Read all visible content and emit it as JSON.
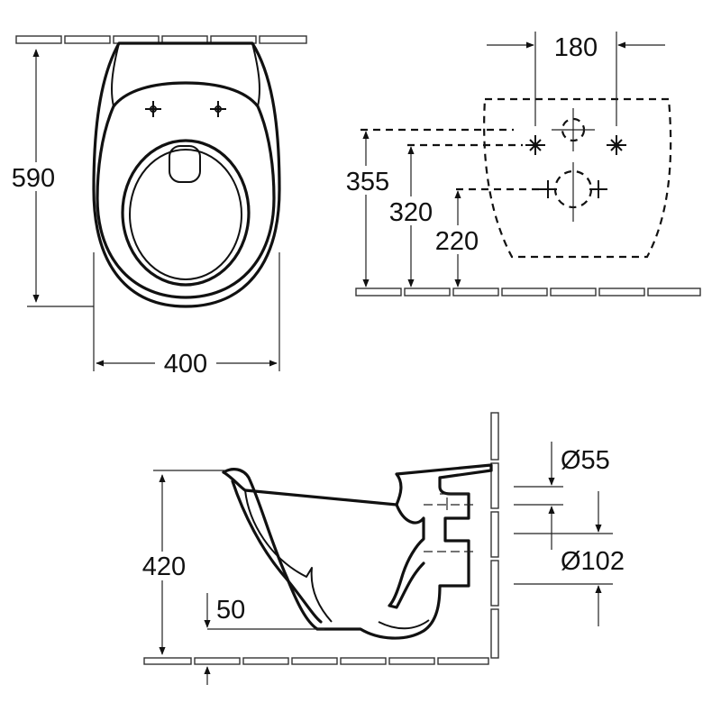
{
  "top_view": {
    "length_label": "590",
    "width_label": "400"
  },
  "wall_view": {
    "fixing_spacing_label": "180",
    "upper_fixing_height_label": "355",
    "inlet_height_label": "320",
    "lower_fixing_height_label": "220"
  },
  "side_view": {
    "height_label": "420",
    "outlet_drop_label": "50",
    "inlet_diameter_label": "Ø55",
    "outlet_diameter_label": "Ø102"
  },
  "colors": {
    "line": "#111111",
    "background": "#ffffff"
  }
}
